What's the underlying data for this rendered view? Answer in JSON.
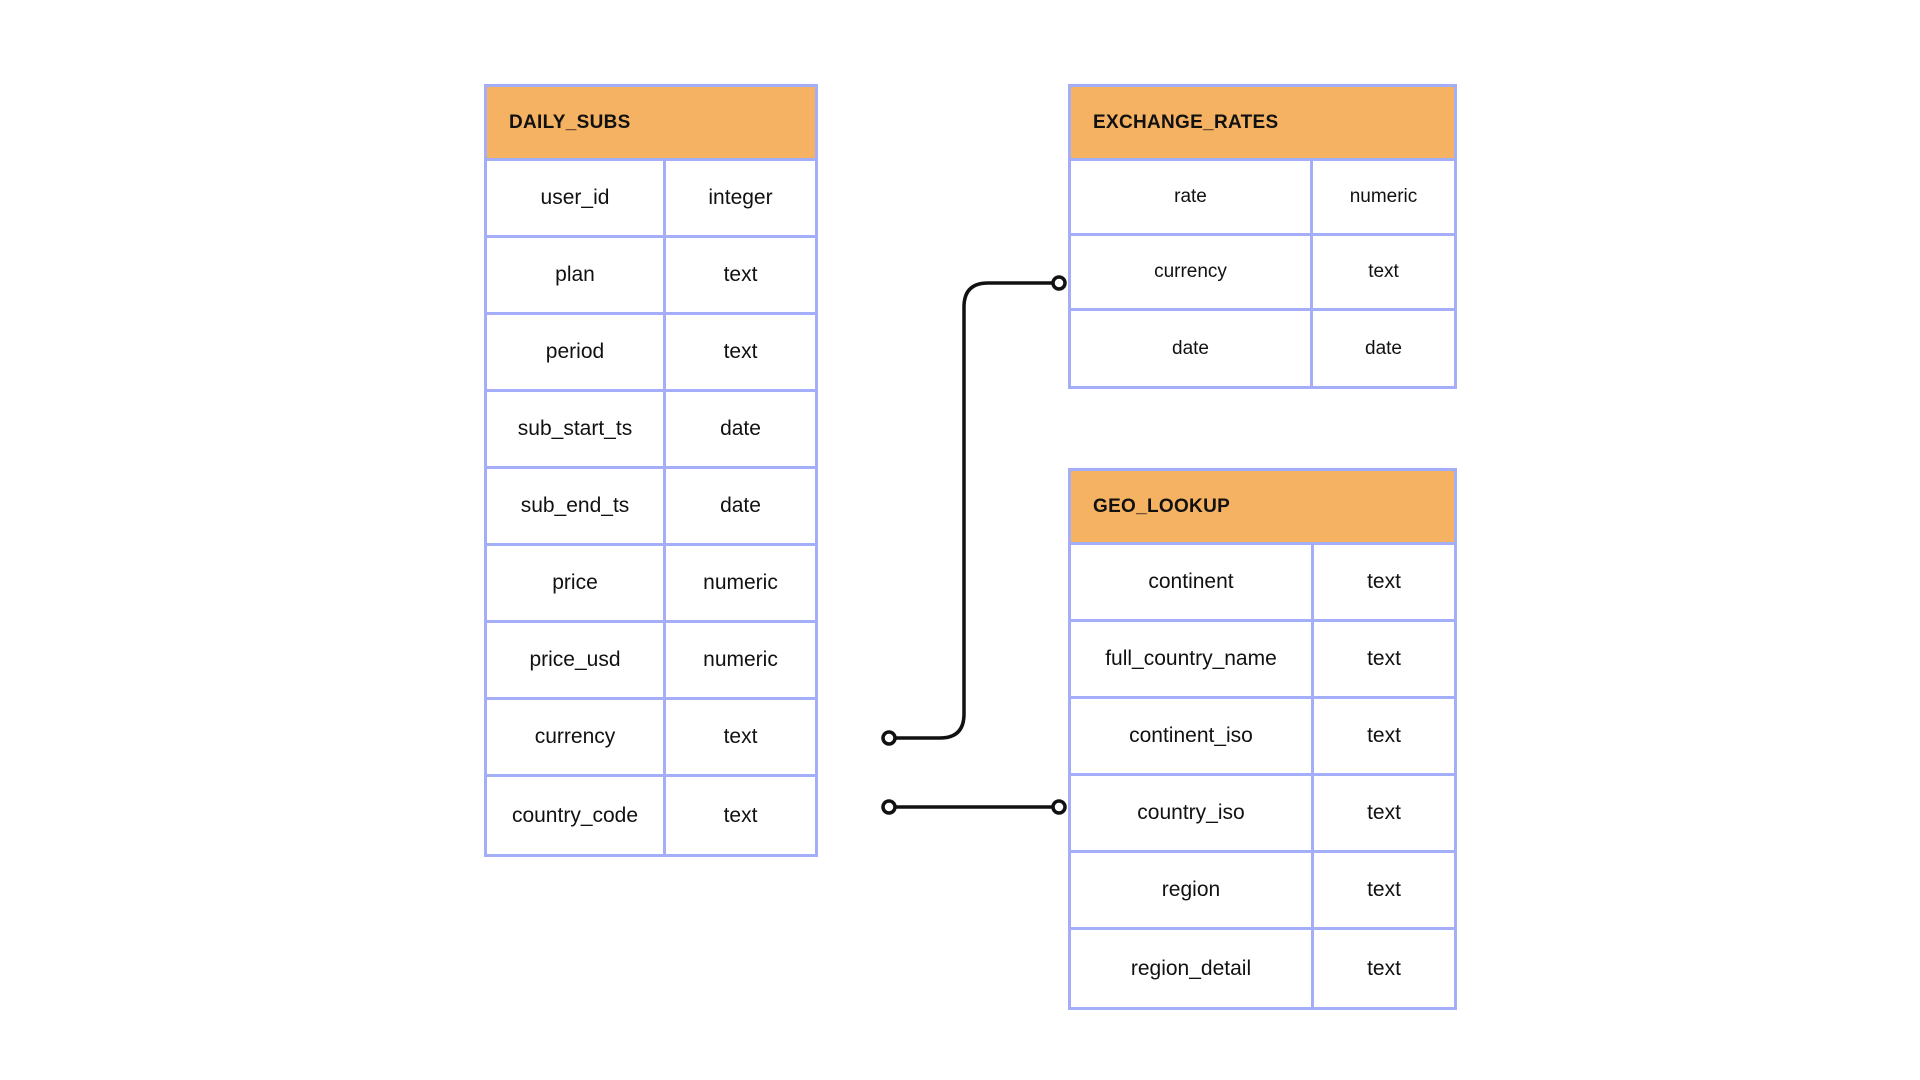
{
  "tables": {
    "daily_subs": {
      "title": "DAILY_SUBS",
      "columns": [
        {
          "name": "user_id",
          "type": "integer"
        },
        {
          "name": "plan",
          "type": "text"
        },
        {
          "name": "period",
          "type": "text"
        },
        {
          "name": "sub_start_ts",
          "type": "date"
        },
        {
          "name": "sub_end_ts",
          "type": "date"
        },
        {
          "name": "price",
          "type": "numeric"
        },
        {
          "name": "price_usd",
          "type": "numeric"
        },
        {
          "name": "currency",
          "type": "text"
        },
        {
          "name": "country_code",
          "type": "text"
        }
      ]
    },
    "exchange_rates": {
      "title": "EXCHANGE_RATES",
      "columns": [
        {
          "name": "rate",
          "type": "numeric"
        },
        {
          "name": "currency",
          "type": "text"
        },
        {
          "name": "date",
          "type": "date"
        }
      ]
    },
    "geo_lookup": {
      "title": "GEO_LOOKUP",
      "columns": [
        {
          "name": "continent",
          "type": "text"
        },
        {
          "name": "full_country_name",
          "type": "text"
        },
        {
          "name": "continent_iso",
          "type": "text"
        },
        {
          "name": "country_iso",
          "type": "text"
        },
        {
          "name": "region",
          "type": "text"
        },
        {
          "name": "region_detail",
          "type": "text"
        }
      ]
    }
  },
  "relationships": [
    {
      "from": "DAILY_SUBS.currency",
      "to": "EXCHANGE_RATES.currency"
    },
    {
      "from": "DAILY_SUBS.country_code",
      "to": "GEO_LOOKUP.country_iso"
    }
  ],
  "colors": {
    "header_fill": "#f4b262",
    "border": "#a4adf7",
    "connector": "#111111"
  }
}
